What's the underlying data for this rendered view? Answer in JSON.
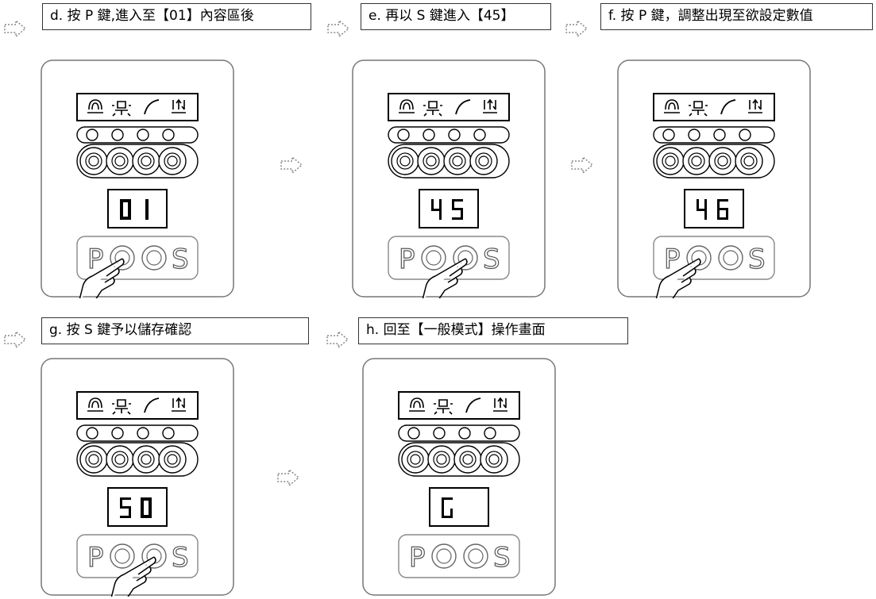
{
  "steps": [
    {
      "id": "d",
      "label": "d. 按 P 鍵,進入至【01】內容區後",
      "display": "01",
      "touch": "P"
    },
    {
      "id": "e",
      "label": "e. 再以 S 鍵進入【45】",
      "display": "45",
      "touch": "S"
    },
    {
      "id": "f",
      "label": "f. 按 P 鍵，調整出現至欲設定數值",
      "display": "46",
      "touch": "P"
    },
    {
      "id": "g",
      "label": "g. 按 S 鍵予以儲存確認",
      "display": "50",
      "touch": "S"
    },
    {
      "id": "h",
      "label": "h. 回至【一般模式】操作畫面",
      "display": "G",
      "touch": ""
    }
  ],
  "button_letters": {
    "left": "P",
    "right": "S"
  },
  "icons": [
    "fan-icon",
    "light-icon",
    "curve-icon",
    "settings-icon"
  ]
}
